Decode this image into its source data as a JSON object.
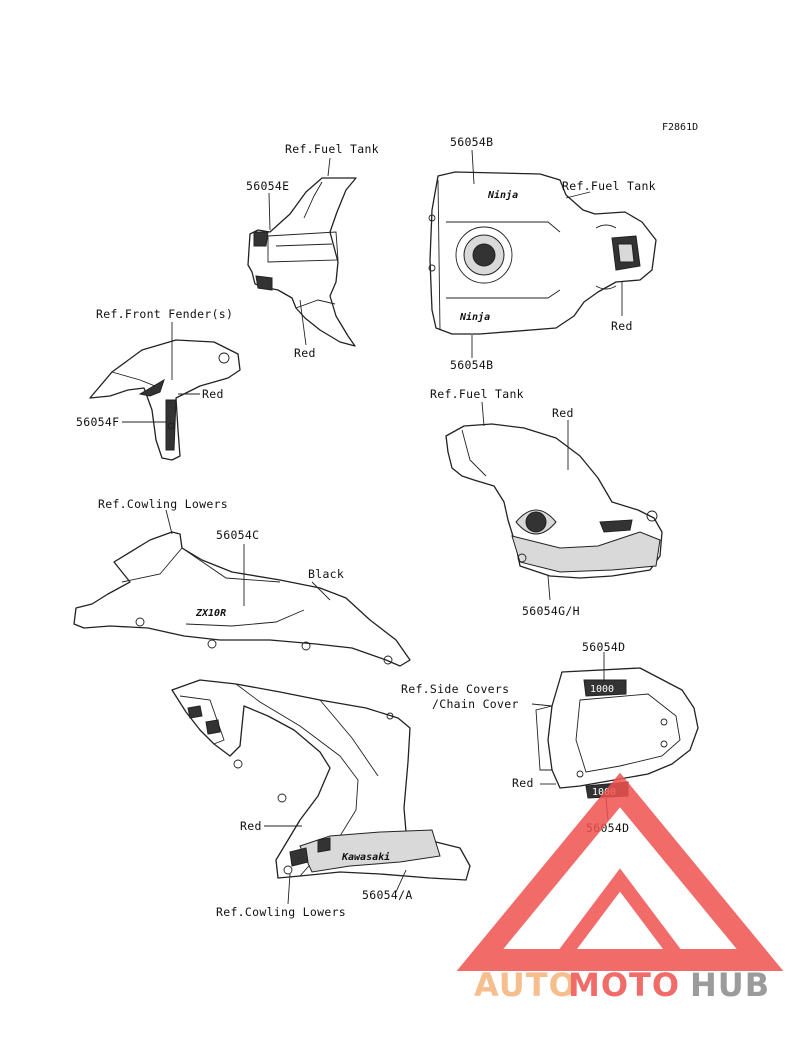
{
  "figure_code": "F2861D",
  "labels": {
    "l1": "Ref.Fuel Tank",
    "l2": "56054E",
    "l3": "Red",
    "l4": "56054B",
    "l5": "Ref.Fuel Tank",
    "l6": "Red",
    "l7": "56054B",
    "l8": "Ref.Front Fender(s)",
    "l9": "Red",
    "l10": "56054F",
    "l11": "Ref.Fuel Tank",
    "l12": "Red",
    "l13": "56054G/H",
    "l14": "Ref.Cowling Lowers",
    "l15": "56054C",
    "l16": "Black",
    "l17": "56054D",
    "l18": "Ref.Side Covers",
    "l19": "/Chain Cover",
    "l20": "Red",
    "l21": "56054D",
    "l22": "Red",
    "l23": "56054/A",
    "l24": "Ref.Cowling Lowers"
  },
  "decals": {
    "ninja": "Ninja",
    "zx10r": "ZX10R",
    "kawasaki": "Kawasaki",
    "tail": "1000"
  },
  "watermark": {
    "part1": "AUTO",
    "part2": "MOTO",
    "part3": "HUB",
    "color_orange": "#f5b27a",
    "color_red": "#ef5350",
    "color_grey": "#8a8a8a"
  }
}
